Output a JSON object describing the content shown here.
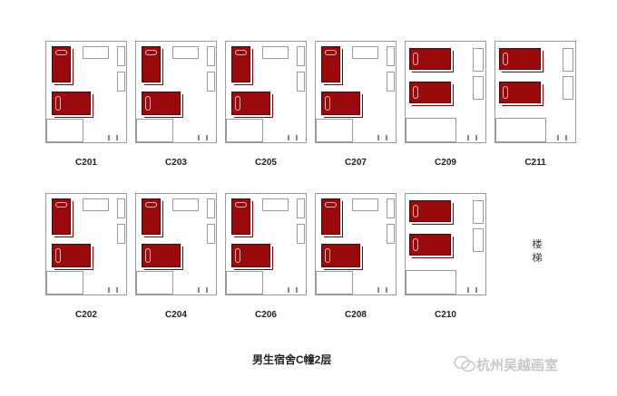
{
  "rooms_row1": [
    {
      "id": "C201",
      "layout": "A"
    },
    {
      "id": "C203",
      "layout": "A"
    },
    {
      "id": "C205",
      "layout": "A"
    },
    {
      "id": "C207",
      "layout": "A"
    },
    {
      "id": "C209",
      "layout": "B"
    },
    {
      "id": "C211",
      "layout": "B"
    }
  ],
  "rooms_row2": [
    {
      "id": "C202",
      "layout": "A"
    },
    {
      "id": "C204",
      "layout": "A"
    },
    {
      "id": "C206",
      "layout": "A"
    },
    {
      "id": "C208",
      "layout": "A"
    },
    {
      "id": "C210",
      "layout": "B"
    }
  ],
  "stairs_label": "楼梯",
  "caption": "男生宿舍C幢2层",
  "watermark": "杭州吴越画室",
  "colors": {
    "bed": "#9a0a0d",
    "wall": "#9a9a9a"
  }
}
